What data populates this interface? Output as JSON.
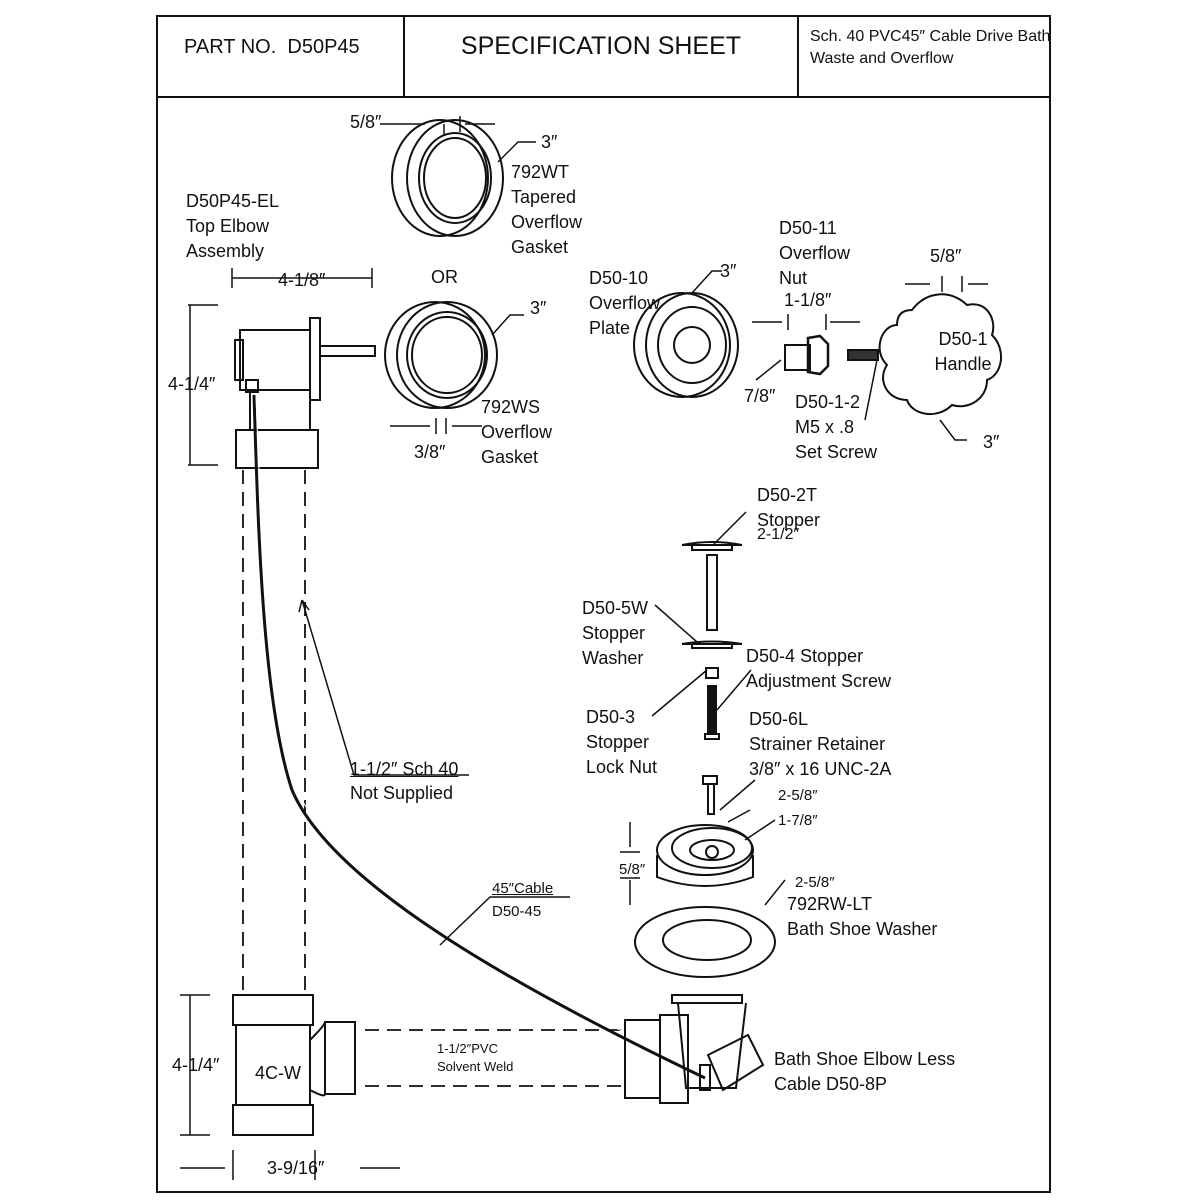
{
  "header": {
    "part_no_label": "PART NO.",
    "part_no": "D50P45",
    "title": "SPECIFICATION SHEET",
    "description": "Sch. 40 PVC45″ Cable Drive Bath\nWaste and Overflow"
  },
  "labels": {
    "wt_width": "5/8″",
    "wt_dia": "3″",
    "wt_name": "792WT\nTapered\nOverflow\nGasket",
    "elbow_name": "D50P45-EL\nTop Elbow\nAssembly",
    "elbow_width": "4-1/8″",
    "or": "OR",
    "ws_dia": "3″",
    "plate_name": "D50-10\nOverflow\nPlate",
    "plate_dia": "3″",
    "nut_name": "D50-11\nOverflow\nNut",
    "handle_width": "5/8″",
    "nut_length": "1-1/8″",
    "handle_name": "D50-1\nHandle",
    "elbow_height": "4-1/4″",
    "nut_dia": "7/8″",
    "screw_name": "D50-1-2\nM5 x .8\nSet Screw",
    "handle_dia": "3″",
    "ws_name": "792WS\nOverflow\nGasket",
    "ws_width": "3/8″",
    "stopper_name": "D50-2T\nStopper",
    "stopper_size": "2-1/2″",
    "stopper_washer": "D50-5W\nStopper\nWasher",
    "adjust_screw": "D50-4 Stopper\nAdjustment Screw",
    "lock_nut": "D50-3\nStopper\nLock Nut",
    "retainer": "D50-6L\nStrainer Retainer\n3/8″ x 16 UNC-2A",
    "pipe_size": "1-1/2″ Sch 40",
    "pipe_note": "Not Supplied",
    "strainer_outer": "2-5/8″",
    "strainer_inner": "1-7/8″",
    "strainer_height": "5/8″",
    "cable_len": "45″Cable",
    "cable_part": "D50-45",
    "washer_dia": "2-5/8″",
    "washer_name": "792RW-LT\nBath Shoe Washer",
    "tee_name": "4C-W",
    "pvc_note": "1-1/2″PVC\nSolvent Weld",
    "shoe_name": "Bath Shoe Elbow Less\nCable D50-8P",
    "tee_height": "4-1/4″",
    "tee_width": "3-9/16″"
  }
}
